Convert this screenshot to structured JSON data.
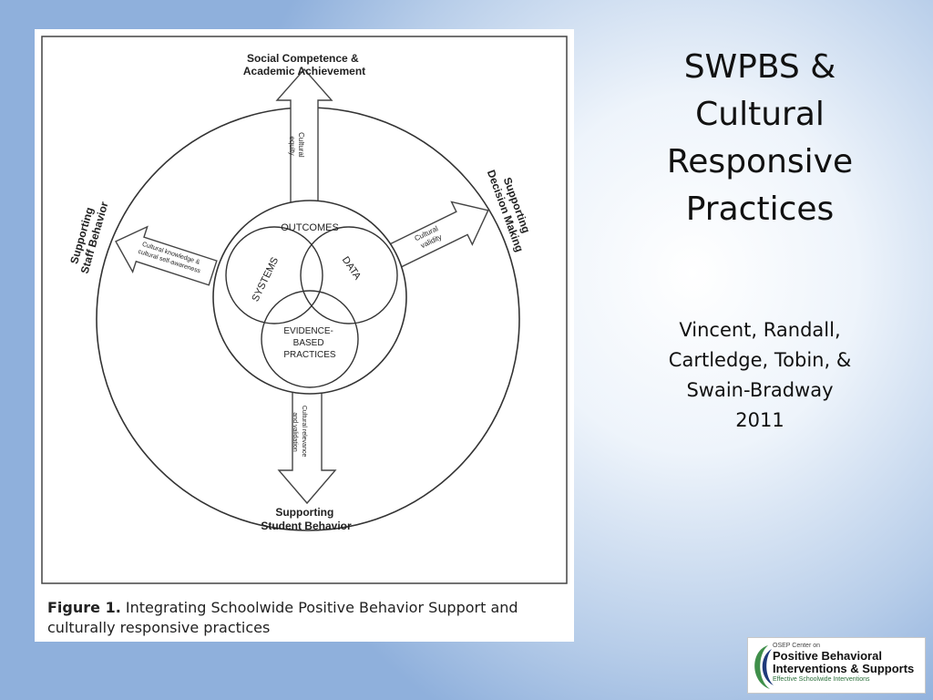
{
  "slide": {
    "title_lines": [
      "SWPBS &",
      "Cultural",
      "Responsive",
      "Practices"
    ],
    "author_lines": [
      "Vincent, Randall,",
      "Cartledge, Tobin, &",
      "Swain-Bradway",
      "2011"
    ]
  },
  "figure": {
    "top_label": [
      "Social Competence &",
      "Academic Achievement"
    ],
    "bottom_label": [
      "Supporting",
      "Student Behavior"
    ],
    "left_label": [
      "Supporting",
      "Staff Behavior"
    ],
    "right_label": [
      "Supporting",
      "Decision Making"
    ],
    "arrow_up_text": [
      "Cultural",
      "equity"
    ],
    "arrow_down_text": [
      "Cultural relevance",
      "and validation"
    ],
    "arrow_left_text": [
      "Cultural knowledge &",
      "cultural self-awareness"
    ],
    "arrow_right_text": [
      "Cultural",
      "validity"
    ],
    "circle_outcomes": "OUTCOMES",
    "circle_systems": "SYSTEMS",
    "circle_data": "DATA",
    "circle_practices": [
      "EVIDENCE-",
      "BASED",
      "PRACTICES"
    ],
    "caption_bold": "Figure 1.",
    "caption_text": "Integrating Schoolwide Positive Behavior Support and culturally responsive practices"
  },
  "logo": {
    "small_line": "OSEP Center on",
    "main_line1": "Positive Behavioral",
    "main_line2": "Interventions & Supports",
    "tagline": "Effective Schoolwide Interventions",
    "colors": {
      "green": "#3f8f4a",
      "navy": "#1f3a7a"
    }
  }
}
